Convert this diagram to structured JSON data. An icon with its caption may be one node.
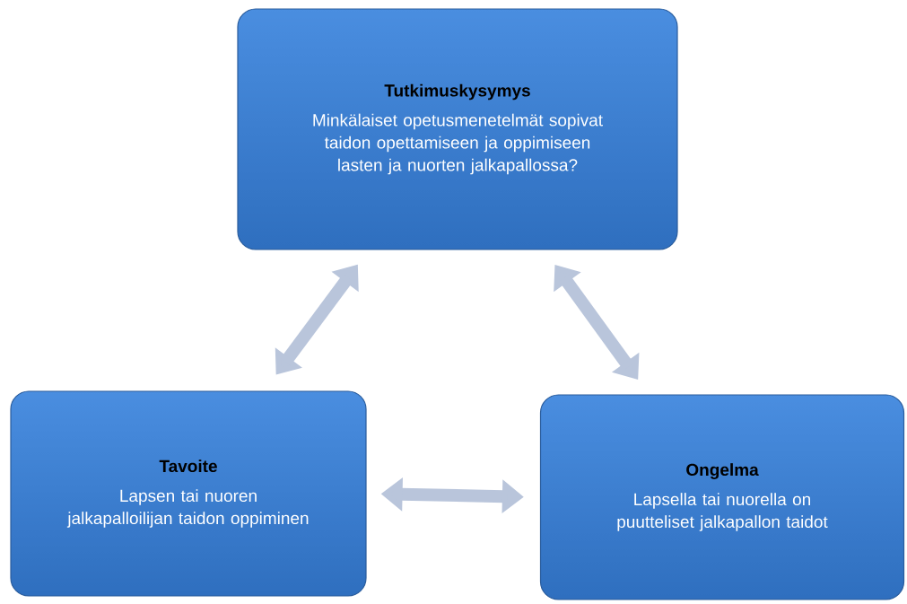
{
  "diagram": {
    "nodes": [
      {
        "text": [
          "Tutkimuskysymys",
          "Minkälaiset opetusmenetelmät sopivat taidon opettamiseen ja oppimiseen lasten ja nuorten  jalkapallossa?"
        ]
      },
      {
        "text": [
          "Tavoite",
          "Lapsen tai nuoren jalkapalloilijan taidon oppiminen"
        ]
      },
      {
        "text": [
          "Ongelma",
          "Lapsella tai nuorella on puutteliset jalkapallon taidot"
        ]
      }
    ],
    "edges": [
      {
        "from": 0,
        "to": 1,
        "arrow": "both"
      },
      {
        "from": 0,
        "to": 2,
        "arrow": "both"
      },
      {
        "from": 1,
        "to": 2,
        "arrow": "both"
      }
    ]
  }
}
